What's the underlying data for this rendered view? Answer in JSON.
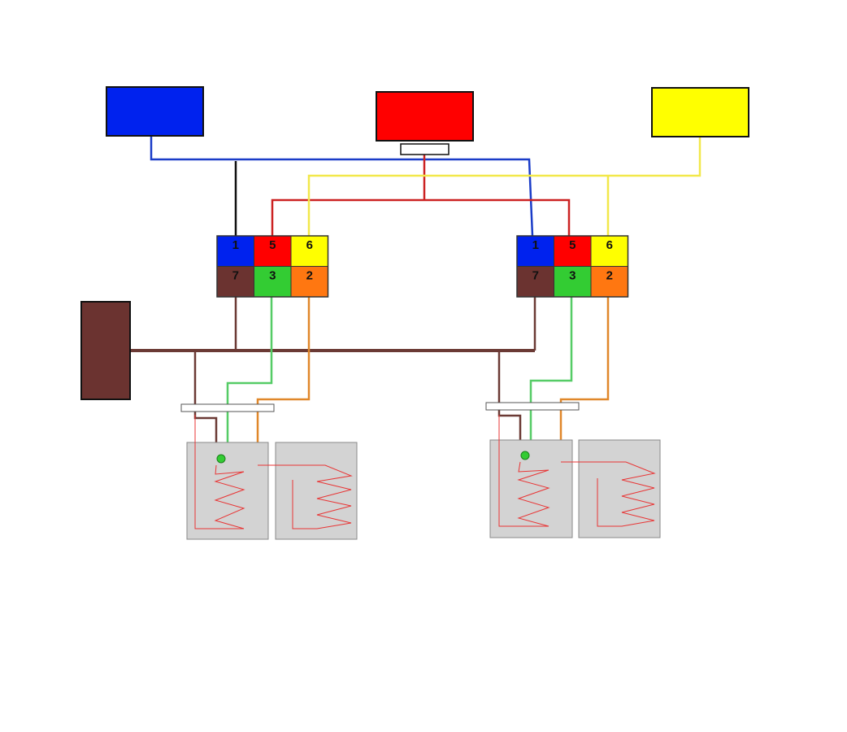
{
  "colors": {
    "blue": "#0022ee",
    "red": "#ff0000",
    "yellow": "#ffff00",
    "brown": "#6b3330",
    "green": "#33cc33",
    "orange": "#ff7711",
    "wire_blue": "#1a3cc8",
    "wire_red": "#cc2222",
    "wire_yellow": "#f2e84a",
    "wire_brown": "#6b3a35",
    "wire_green": "#55cc66",
    "wire_orange": "#e0872a",
    "wire_black": "#111111",
    "tank_fill": "#d3d3d3",
    "coil": "#e83535"
  },
  "connectors": [
    {
      "name": "left",
      "pins": [
        {
          "label": "1",
          "color": "blue"
        },
        {
          "label": "5",
          "color": "red"
        },
        {
          "label": "6",
          "color": "yellow"
        },
        {
          "label": "7",
          "color": "brown"
        },
        {
          "label": "3",
          "color": "green"
        },
        {
          "label": "2",
          "color": "orange"
        }
      ]
    },
    {
      "name": "right",
      "pins": [
        {
          "label": "1",
          "color": "blue"
        },
        {
          "label": "5",
          "color": "red"
        },
        {
          "label": "6",
          "color": "yellow"
        },
        {
          "label": "7",
          "color": "brown"
        },
        {
          "label": "3",
          "color": "green"
        },
        {
          "label": "2",
          "color": "orange"
        }
      ]
    }
  ]
}
